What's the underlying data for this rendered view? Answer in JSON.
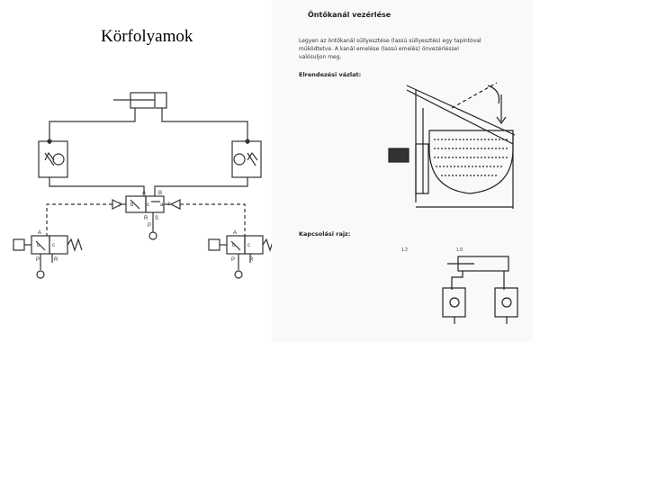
{
  "slide": {
    "title": "Körfolyamok"
  },
  "left_diagram": {
    "port_labels": {
      "valve_A": "A",
      "valve_B": "B",
      "valve_P": "P",
      "valve_R": "R",
      "valve_S": "S",
      "valve_y": "y",
      "valve_z": "z",
      "valve_b": "b",
      "valve_c": "c",
      "valve_a": "a",
      "left_A": "A",
      "left_P": "P",
      "left_R": "R",
      "left_b": "b",
      "left_c": "c",
      "right_A": "A",
      "right_P": "P",
      "right_R": "R",
      "right_b": "b",
      "right_c": "c"
    }
  },
  "right_document": {
    "title": "Öntőkanál vezérlése",
    "body": "Legyen az öntőkanál süllyesztése (lassú süllyesztés) egy tapintóval működtetve. A kanál emelése (lassú emelés) önvezérléssel valósuljon meg.",
    "layout_heading": "Elrendezési vázlat:",
    "circuit_heading": "Kapcsolási rajz:",
    "labels": {
      "l1": "1.2",
      "l2": "1.0"
    }
  }
}
